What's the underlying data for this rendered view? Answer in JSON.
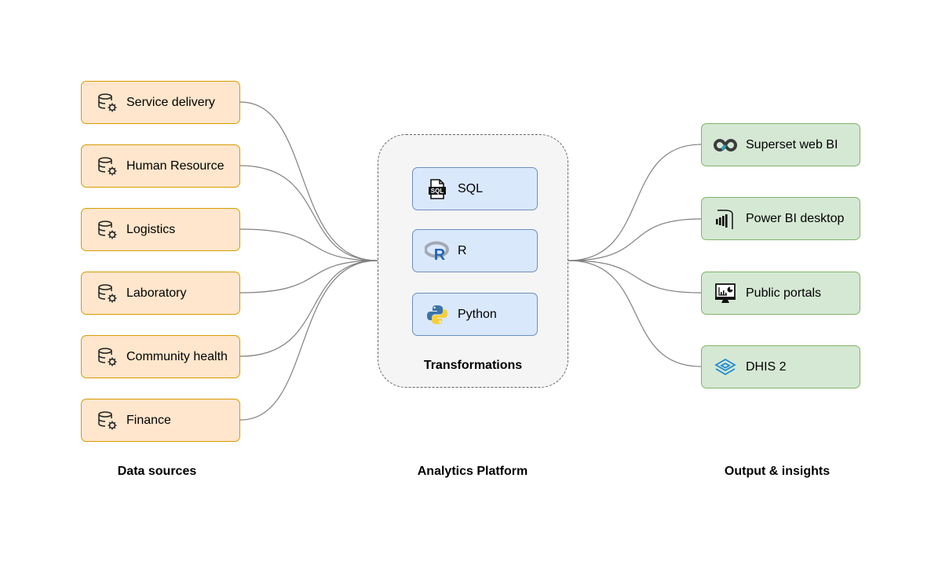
{
  "data_sources": {
    "title": "Data sources",
    "items": [
      {
        "label": "Service delivery",
        "icon": "database-gear-icon"
      },
      {
        "label": "Human Resource",
        "icon": "database-gear-icon"
      },
      {
        "label": "Logistics",
        "icon": "database-gear-icon"
      },
      {
        "label": "Laboratory",
        "icon": "database-gear-icon"
      },
      {
        "label": "Community health",
        "icon": "database-gear-icon"
      },
      {
        "label": "Finance",
        "icon": "database-gear-icon"
      }
    ]
  },
  "platform": {
    "title": "Analytics Platform",
    "group_label": "Transformations",
    "tools": [
      {
        "label": "SQL",
        "icon": "sql-file-icon"
      },
      {
        "label": "R",
        "icon": "r-logo-icon"
      },
      {
        "label": "Python",
        "icon": "python-logo-icon"
      }
    ]
  },
  "outputs": {
    "title": "Output & insights",
    "items": [
      {
        "label": "Superset web BI",
        "icon": "superset-logo-icon"
      },
      {
        "label": "Power BI desktop",
        "icon": "power-bi-icon"
      },
      {
        "label": "Public portals",
        "icon": "monitor-dashboard-icon"
      },
      {
        "label": "DHIS 2",
        "icon": "dhis2-logo-icon"
      }
    ]
  },
  "colors": {
    "source_fill": "#ffe6cc",
    "source_border": "#d79b00",
    "output_fill": "#d5e8d4",
    "output_border": "#82b366",
    "tool_fill": "#dae8fc",
    "tool_border": "#6c8ebf",
    "platform_fill": "#f5f5f5",
    "connector": "#808080"
  }
}
